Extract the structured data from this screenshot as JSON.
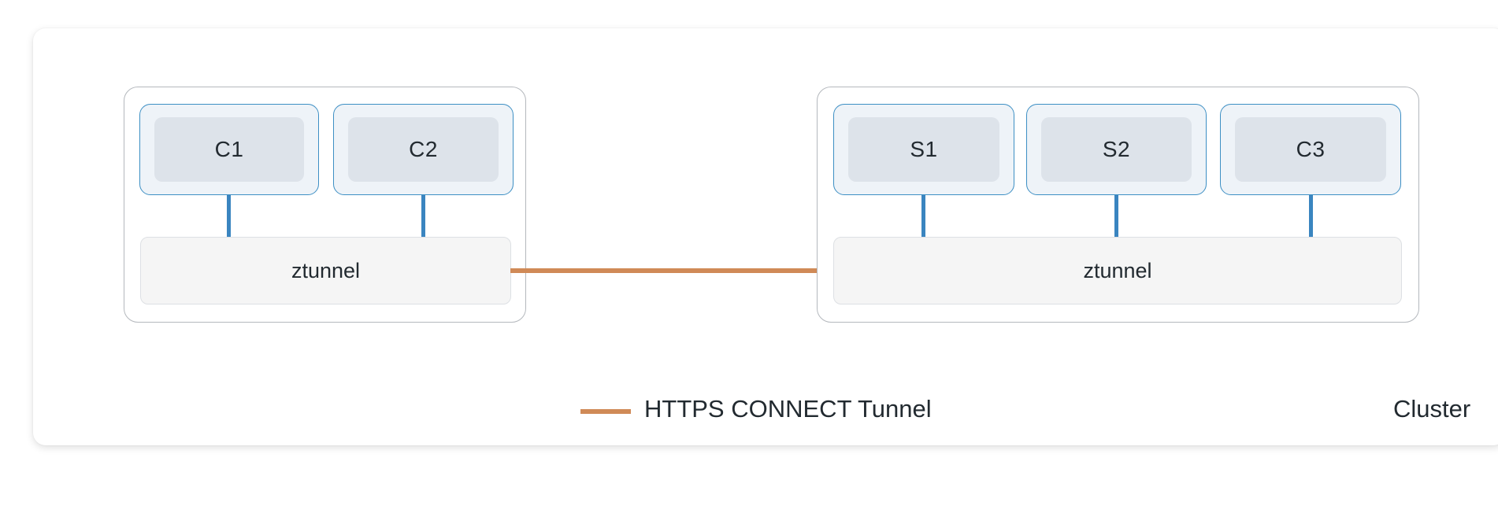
{
  "left_node": {
    "pods": [
      {
        "label": "C1"
      },
      {
        "label": "C2"
      }
    ],
    "ztunnel": {
      "label": "ztunnel"
    }
  },
  "right_node": {
    "pods": [
      {
        "label": "S1"
      },
      {
        "label": "S2"
      },
      {
        "label": "C3"
      }
    ],
    "ztunnel": {
      "label": "ztunnel"
    }
  },
  "legend": {
    "label": "HTTPS CONNECT Tunnel",
    "color": "#d08a57"
  },
  "cluster": {
    "label": "Cluster"
  },
  "colors": {
    "pod_border": "#3d8fc4",
    "pod_connector": "#3a85c0",
    "tunnel": "#d08a57",
    "pod_fill": "#eef3f8",
    "pod_inner": "#dde3ea",
    "ztunnel_fill": "#f5f5f5"
  }
}
